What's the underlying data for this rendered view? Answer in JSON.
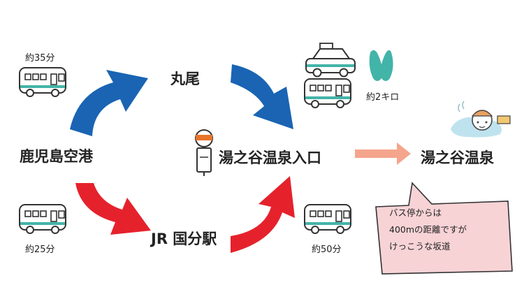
{
  "nodes": {
    "airport": "鹿児島空港",
    "maruo": "丸尾",
    "kokubu": "JR 国分駅",
    "entrance": "湯之谷温泉入口",
    "onsen": "湯之谷温泉"
  },
  "times": {
    "airport_maruo": "約35分",
    "airport_kokubu": "約25分",
    "kokubu_entrance": "約50分",
    "entrance_onsen": "約2キロ"
  },
  "callout": {
    "lines": [
      "バス停からは",
      "400mの距離ですが",
      "けっこうな坂道"
    ]
  },
  "colors": {
    "blue_route": "#1a64b3",
    "red_route": "#e5222c",
    "salmon_arrow": "#f4a58c",
    "callout_fill": "#f7d3d6",
    "teal": "#43b4a8",
    "bus_stop_orange": "#e8752a"
  },
  "icons": [
    "bus-icon",
    "taxi-icon",
    "footprints-icon",
    "bus-stop-icon",
    "onsen-bather-icon"
  ]
}
